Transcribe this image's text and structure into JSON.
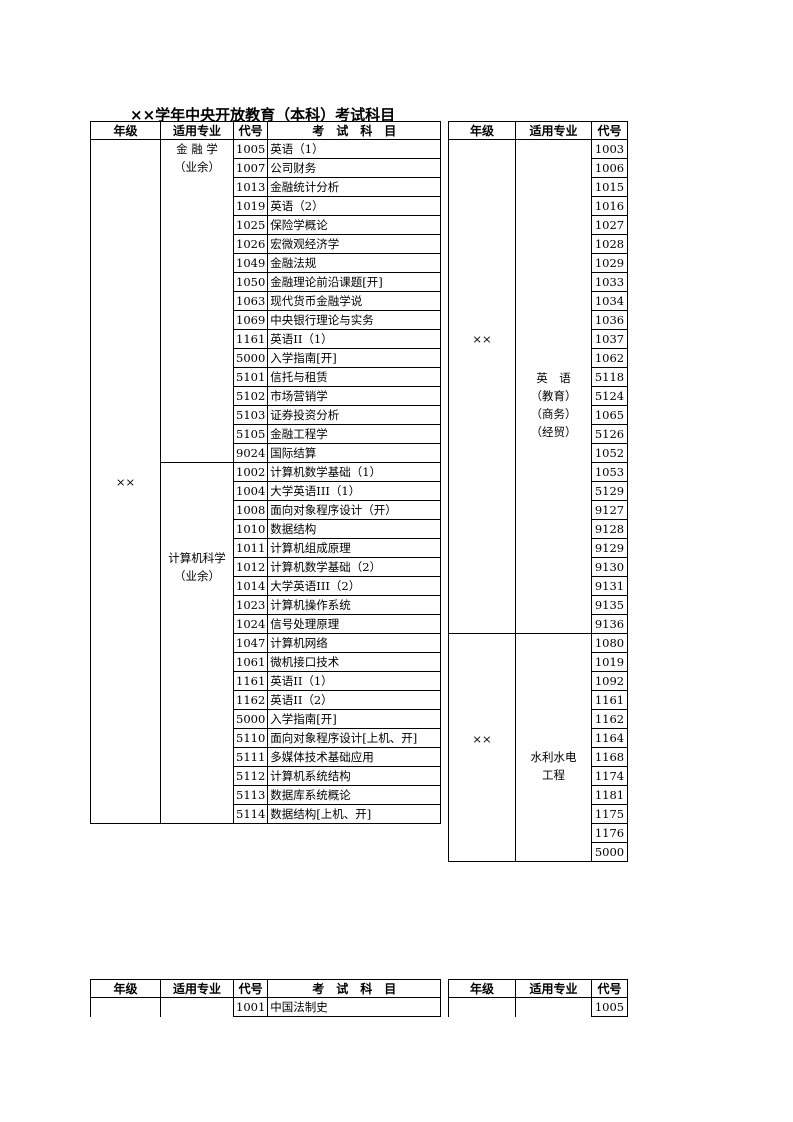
{
  "title": "××学年中央开放教育（本科）考试科目",
  "headers": {
    "grade": "年级",
    "major": "适用专业",
    "code": "代号",
    "subject": "考　试　科　目"
  },
  "left": {
    "grade": "××",
    "finance": {
      "major_line1": "金 融 学",
      "major_line2": "（业余）",
      "rows": [
        {
          "code": "1005",
          "name": "英语（1）"
        },
        {
          "code": "1007",
          "name": "公司财务"
        },
        {
          "code": "1013",
          "name": "金融统计分析"
        },
        {
          "code": "1019",
          "name": "英语（2）"
        },
        {
          "code": "1025",
          "name": "保险学概论"
        },
        {
          "code": "1026",
          "name": "宏微观经济学"
        },
        {
          "code": "1049",
          "name": "金融法规"
        },
        {
          "code": "1050",
          "name": "金融理论前沿课题[开]"
        },
        {
          "code": "1063",
          "name": "现代货币金融学说"
        },
        {
          "code": "1069",
          "name": "中央银行理论与实务"
        },
        {
          "code": "1161",
          "name": "英语II（1）"
        },
        {
          "code": "5000",
          "name": "入学指南[开]"
        },
        {
          "code": "5101",
          "name": "信托与租赁"
        },
        {
          "code": "5102",
          "name": "市场营销学"
        },
        {
          "code": "5103",
          "name": "证券投资分析"
        },
        {
          "code": "5105",
          "name": "金融工程学"
        },
        {
          "code": "9024",
          "name": "国际结算"
        }
      ]
    },
    "cs": {
      "major_line1": "计算机科学",
      "major_line2": "（业余）",
      "rows": [
        {
          "code": "1002",
          "name": "计算机数学基础（1）"
        },
        {
          "code": "1004",
          "name": "大学英语III（1）"
        },
        {
          "code": "1008",
          "name": "面向对象程序设计（开）"
        },
        {
          "code": "1010",
          "name": "数据结构"
        },
        {
          "code": "1011",
          "name": "计算机组成原理"
        },
        {
          "code": "1012",
          "name": "计算机数学基础（2）"
        },
        {
          "code": "1014",
          "name": "大学英语III（2）"
        },
        {
          "code": "1023",
          "name": "计算机操作系统"
        },
        {
          "code": "1024",
          "name": "信号处理原理"
        },
        {
          "code": "1047",
          "name": "计算机网络"
        },
        {
          "code": "1061",
          "name": "微机接口技术"
        },
        {
          "code": "1161",
          "name": "英语II（1）"
        },
        {
          "code": "1162",
          "name": "英语II（2）"
        },
        {
          "code": "5000",
          "name": "入学指南[开]"
        },
        {
          "code": "5110",
          "name": "面向对象程序设计[上机、开]"
        },
        {
          "code": "5111",
          "name": "多媒体技术基础应用"
        },
        {
          "code": "5112",
          "name": "计算机系统结构"
        },
        {
          "code": "5113",
          "name": "数据库系统概论"
        },
        {
          "code": "5114",
          "name": "数据结构[上机、开]"
        }
      ]
    }
  },
  "right": {
    "english": {
      "grade": "××",
      "major_line1": "英　语",
      "major_line2": "（教育）",
      "major_line3": "（商务）",
      "major_line4": "（经贸）",
      "codes": [
        "1003",
        "1006",
        "1015",
        "1016",
        "1027",
        "1028",
        "1029",
        "1033",
        "1034",
        "1036",
        "1037",
        "1062",
        "5118",
        "5124",
        "1065",
        "5126",
        "1052",
        "1053",
        "5129",
        "9127",
        "9128",
        "9129",
        "9130",
        "9131",
        "9135",
        "9136"
      ]
    },
    "hydro": {
      "grade": "××",
      "major_line1": "水利水电",
      "major_line2": "工程",
      "codes": [
        "1080",
        "1019",
        "1092",
        "1161",
        "1162",
        "1164",
        "1168",
        "1174",
        "1181",
        "1175",
        "1176",
        "5000"
      ]
    }
  },
  "second_page": {
    "left_first_row": {
      "code": "1001",
      "name": "中国法制史"
    },
    "right_first_code": "1005"
  }
}
